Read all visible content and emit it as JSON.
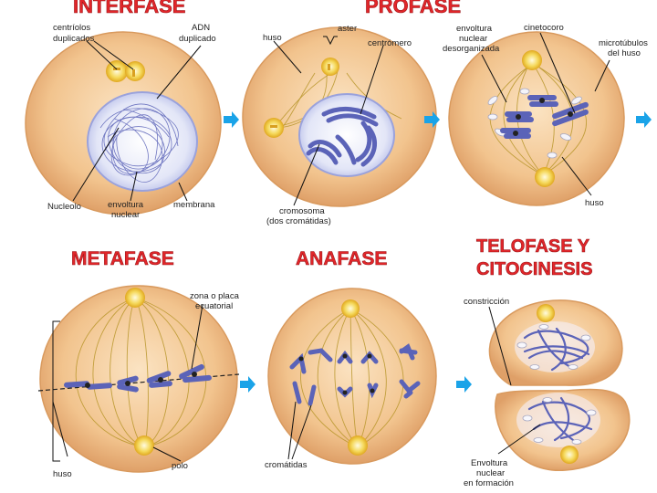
{
  "titles": {
    "interfase": "INTERFASE",
    "profase": "PROFASE",
    "metafase": "METAFASE",
    "anafase": "ANAFASE",
    "telofase_line1": "TELOFASE  Y",
    "telofase_line2": "CITOCINESIS"
  },
  "labels": {
    "centriolos_1": "centríolos",
    "centriolos_2": "duplicados",
    "adn_1": "ADN",
    "adn_2": "duplicado",
    "nucleolo": "Nucleolo",
    "envoltura_1": "envoltura",
    "envoltura_2": "nuclear",
    "membrana": "membrana",
    "huso_profase": "huso",
    "aster": "aster",
    "centromero": "centrómero",
    "cromosoma_1": "cromosoma",
    "cromosoma_2": "(dos cromátidas)",
    "env_desorg_1": "envoltura",
    "env_desorg_2": "nuclear",
    "env_desorg_3": "desorganizada",
    "cinetocoro": "cinetocoro",
    "microtubulos_1": "microtúbulos",
    "microtubulos_2": "del huso",
    "huso_prometafase": "huso",
    "zona_1": "zona o placa",
    "zona_2": "ecuatorial",
    "huso_metafase": "huso",
    "polo": "polo",
    "cromatidas": "cromátidas",
    "constriccion": "constricción",
    "env_formacion_1": "Envoltura",
    "env_formacion_2": "nuclear",
    "env_formacion_3": "en formación"
  },
  "colors": {
    "title_red": "#e2262a",
    "cell_fill": "#f2c48e",
    "cell_edge": "#d99a5e",
    "nucleus_fill": "#dde0f5",
    "chromosome": "#5b63b8",
    "centrosome": "#f3d24a",
    "arrow_blue": "#1aa3e8"
  }
}
